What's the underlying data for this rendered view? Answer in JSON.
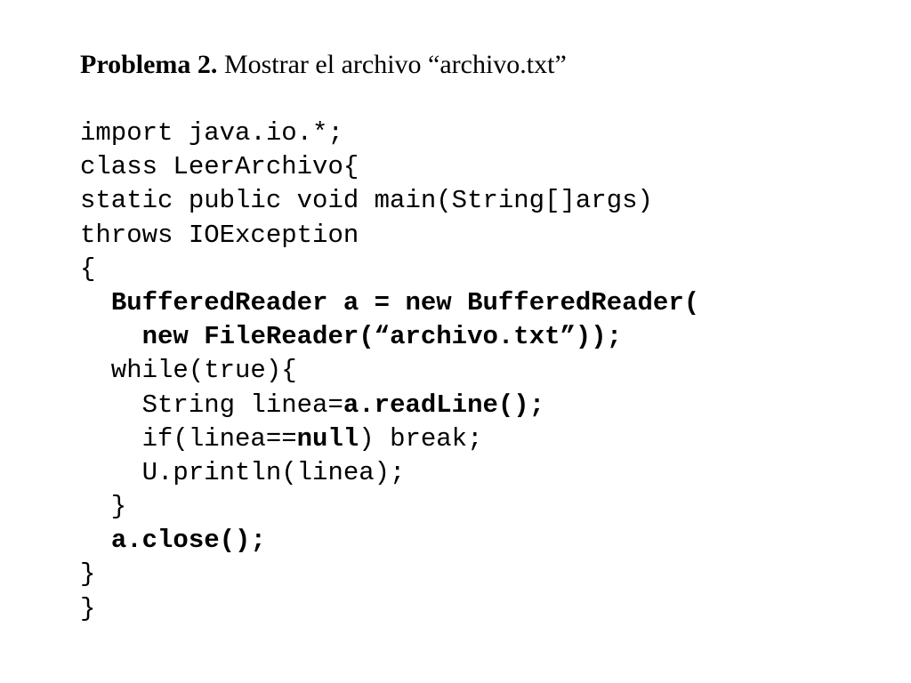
{
  "title": {
    "label": "Problema 2.",
    "text": "Mostrar el archivo “archivo.txt”"
  },
  "code": [
    [
      {
        "t": "import java.io.*;"
      }
    ],
    [
      {
        "t": "class LeerArchivo{"
      }
    ],
    [
      {
        "t": "static public void main(String[]args)"
      }
    ],
    [
      {
        "t": "throws IOException"
      }
    ],
    [
      {
        "t": "{"
      }
    ],
    [
      {
        "t": "  "
      },
      {
        "t": "BufferedReader a = new BufferedReader(",
        "b": true
      }
    ],
    [
      {
        "t": "    "
      },
      {
        "t": "new FileReader(“archivo.txt”));",
        "b": true
      }
    ],
    [
      {
        "t": "  while(true){"
      }
    ],
    [
      {
        "t": "    String linea="
      },
      {
        "t": "a.readLine();",
        "b": true
      }
    ],
    [
      {
        "t": "    if(linea=="
      },
      {
        "t": "null",
        "b": true
      },
      {
        "t": ") break;"
      }
    ],
    [
      {
        "t": "    U.println(linea);"
      }
    ],
    [
      {
        "t": "  }"
      }
    ],
    [
      {
        "t": "  "
      },
      {
        "t": "a.close();",
        "b": true
      }
    ],
    [
      {
        "t": "}"
      }
    ],
    [
      {
        "t": "}"
      }
    ]
  ]
}
